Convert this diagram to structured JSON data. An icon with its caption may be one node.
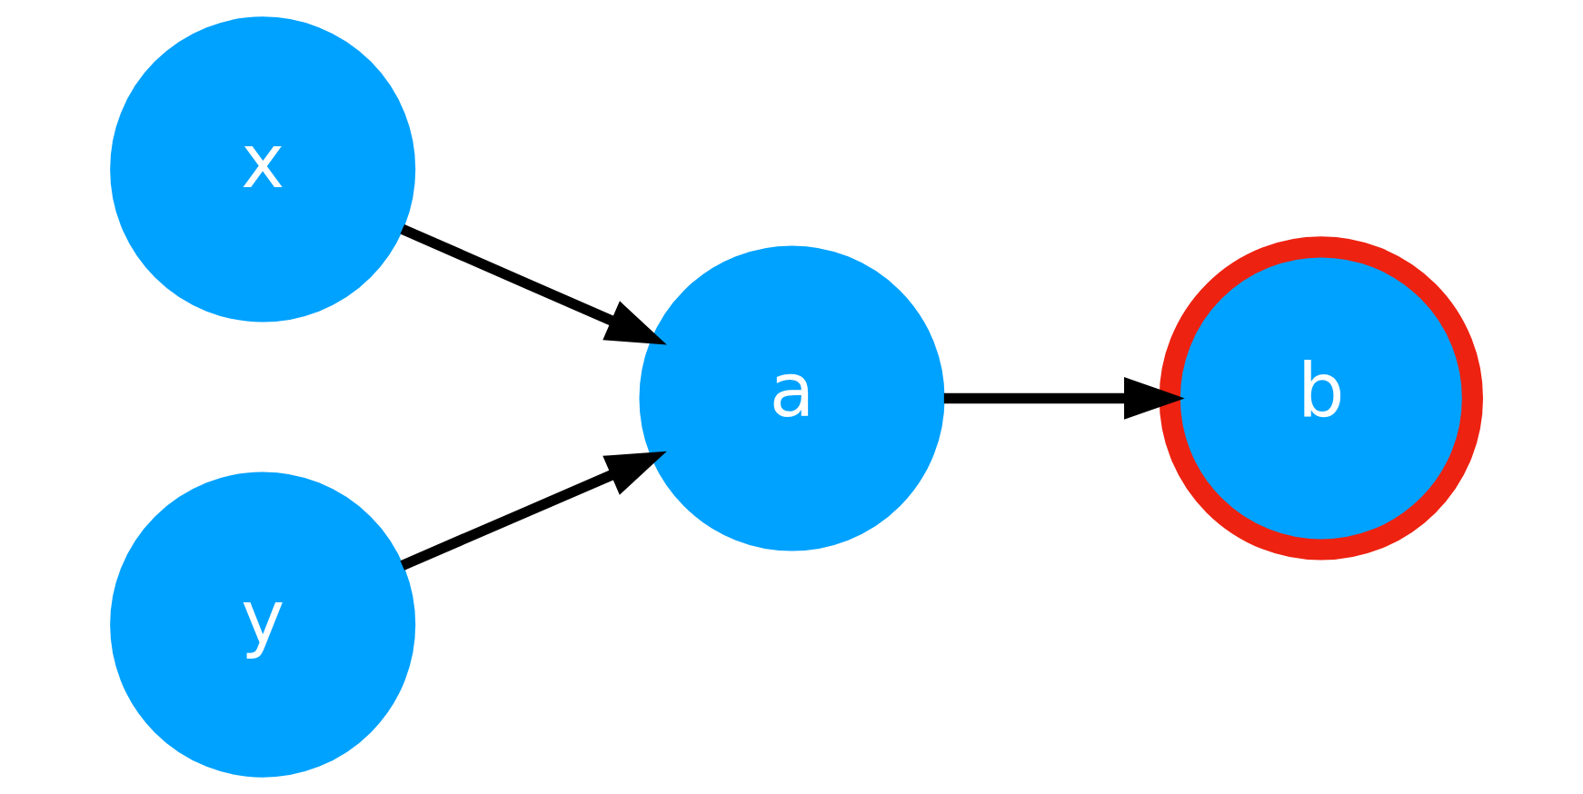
{
  "diagram": {
    "nodes": [
      {
        "text": [
          "x"
        ]
      },
      {
        "text": [
          "y"
        ]
      },
      {
        "text": [
          "a"
        ]
      },
      {
        "text": [
          "b"
        ]
      }
    ],
    "edges": [
      {
        "from": 0,
        "to": 2,
        "arrow": "to"
      },
      {
        "from": 1,
        "to": 2,
        "arrow": "to"
      },
      {
        "from": 2,
        "to": 3,
        "arrow": "to"
      }
    ]
  }
}
